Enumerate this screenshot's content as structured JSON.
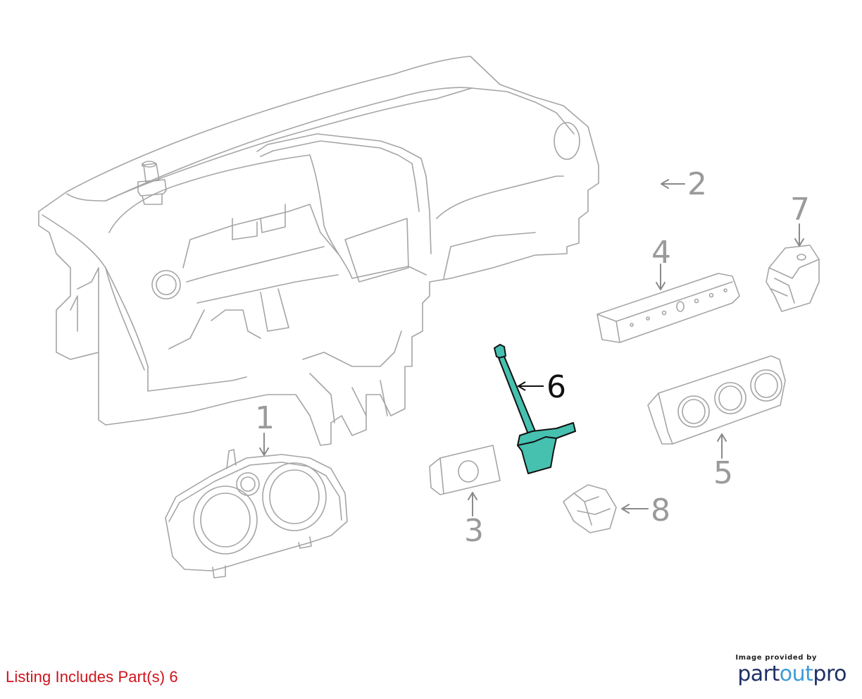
{
  "callouts": {
    "c1": "1",
    "c2": "2",
    "c3": "3",
    "c4": "4",
    "c5": "5",
    "c6": "6",
    "c7": "7",
    "c8": "8"
  },
  "highlight_color": "#46c1b0",
  "listing_note": "Listing Includes Part(s) 6",
  "brand": {
    "caption": "Image provided by",
    "logo_part": "part",
    "logo_out": "out",
    "logo_pro": "pro"
  }
}
